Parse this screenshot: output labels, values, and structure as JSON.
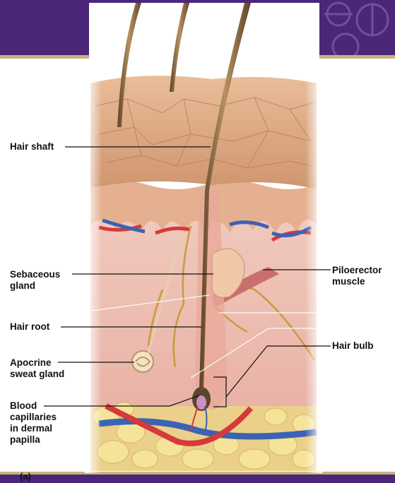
{
  "labels": {
    "hair_shaft": "Hair shaft",
    "sebaceous_gland": "Sebaceous\ngland",
    "hair_root": "Hair root",
    "apocrine_sweat_gland": "Apocrine\nsweat gland",
    "blood_capillaries": "Blood\ncapillaries\nin dermal\npapilla",
    "piloerector_muscle": "Piloerector\nmuscle",
    "hair_bulb": "Hair bulb"
  },
  "panel_letter": "(a)",
  "colors": {
    "header_band": "#4a2778",
    "accent_gold": "#c9b27a",
    "skin_surface": "#d9a27e",
    "dermis": "#efc1b4",
    "hair": "#8a6a44",
    "fat": "#f3dc84",
    "artery": "#d43a3a",
    "vein": "#3b63b5",
    "nerve": "#c99a3e"
  }
}
